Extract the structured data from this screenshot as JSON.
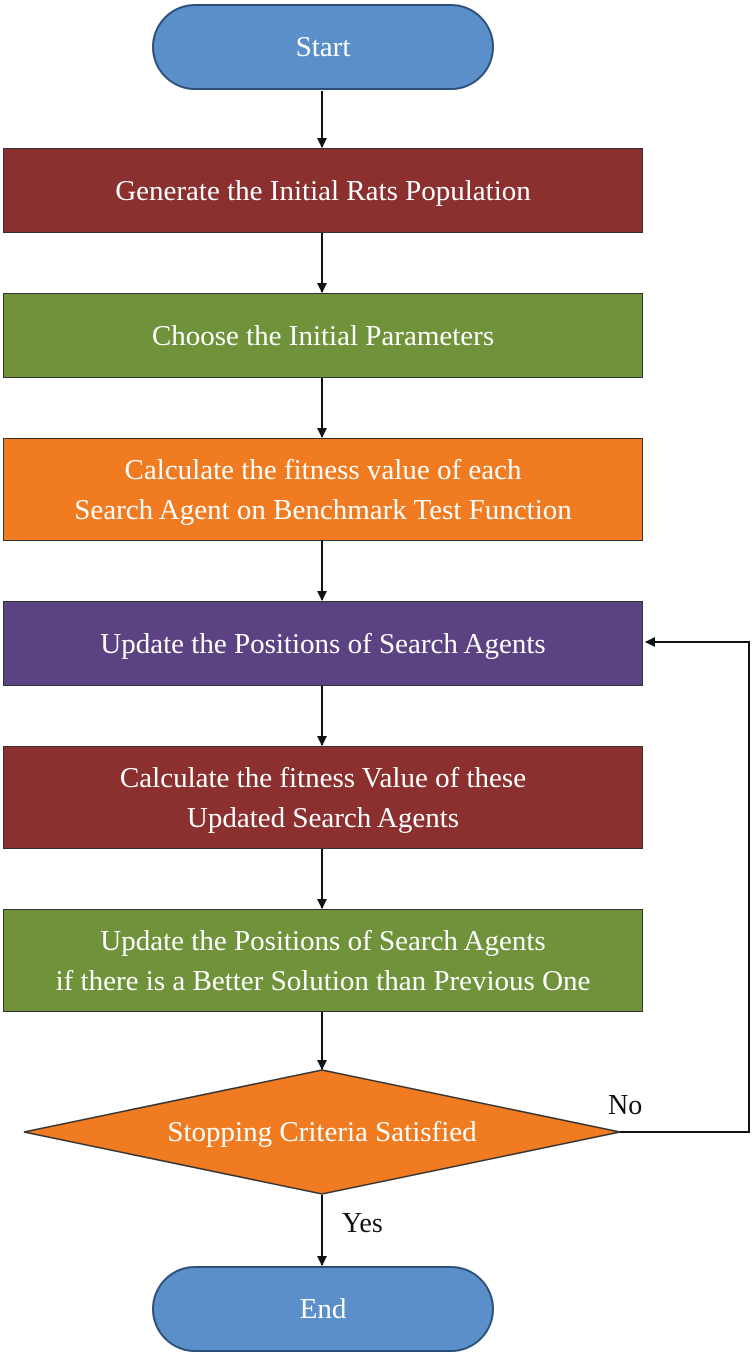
{
  "nodes": {
    "start": {
      "label": "Start",
      "color": "#5b8fc9"
    },
    "generate": {
      "label": "Generate the Initial Rats Population",
      "color": "#8b2f2f"
    },
    "choose": {
      "label": "Choose the Initial Parameters",
      "color": "#70923a"
    },
    "calculate": {
      "lines": [
        "Calculate the fitness value of each",
        "Search Agent on Benchmark Test Function"
      ],
      "color": "#f07b21"
    },
    "update": {
      "label": "Update the Positions of Search Agents",
      "color": "#5b4282"
    },
    "calculate_updated": {
      "lines": [
        "Calculate the fitness Value of these",
        "Updated Search Agents"
      ],
      "color": "#8b2f2f"
    },
    "update_better": {
      "lines": [
        "Update the Positions of Search Agents",
        "if there is a Better Solution than Previous One"
      ],
      "color": "#70923a"
    },
    "decision": {
      "label": "Stopping Criteria Satisfied",
      "color": "#f07b21"
    },
    "end": {
      "label": "End",
      "color": "#5b8fc9"
    }
  },
  "edges": {
    "no_label": "No",
    "yes_label": "Yes"
  }
}
